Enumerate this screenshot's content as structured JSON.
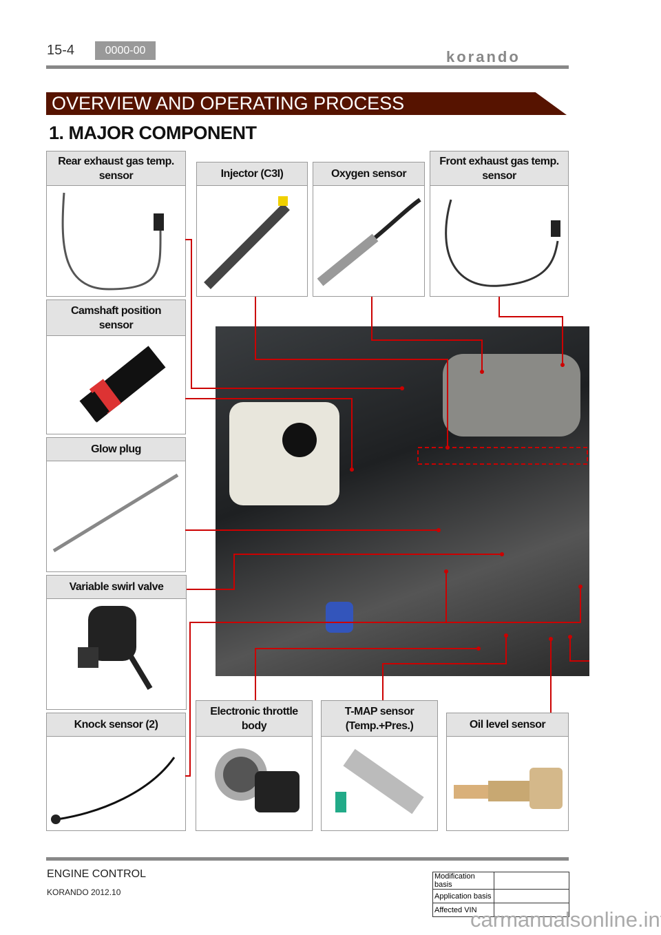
{
  "header": {
    "page_number": "15-4",
    "section_code": "0000-00",
    "brand": "korando"
  },
  "banner": "OVERVIEW AND OPERATING PROCESS",
  "heading": "1. MAJOR COMPONENT",
  "components": {
    "rear_exhaust": "Rear exhaust gas temp. sensor",
    "injector": "Injector (C3I)",
    "oxygen": "Oxygen sensor",
    "front_exhaust": "Front exhaust gas temp. sensor",
    "camshaft": "Camshaft position sensor",
    "glow_plug": "Glow plug",
    "swirl_valve": "Variable swirl valve",
    "knock": "Knock sensor (2)",
    "throttle": "Electronic throttle body",
    "tmap": "T-MAP sensor (Temp.+Pres.)",
    "oil_level": "Oil level sensor"
  },
  "footer": {
    "section": "ENGINE CONTROL",
    "model": "KORANDO 2012.10",
    "table": [
      "Modification basis",
      "Application basis",
      "Affected VIN"
    ],
    "watermark": "carmanualsonline.info"
  },
  "colors": {
    "banner": "#561300",
    "leader": "#cc0000"
  }
}
